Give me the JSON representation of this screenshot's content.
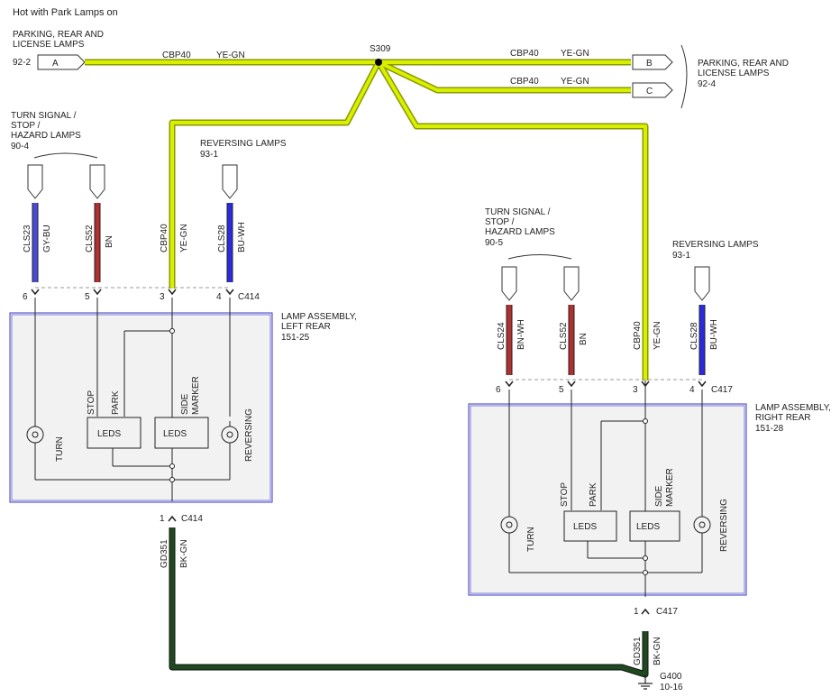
{
  "header": {
    "title": "Hot with Park Lamps on"
  },
  "colors": {
    "ye_gn_fill": "#d8f000",
    "ye_gn_edge": "#8a9a00",
    "gy_bu": "#4a4ad8",
    "bn": "#b03030",
    "bu_wh": "#2a2ae0",
    "bn_wh": "#b03030",
    "bk_gn": "#1f4a1f",
    "box_border": "#3a3acc"
  },
  "splice": {
    "id": "S309"
  },
  "connectors": {
    "A": {
      "letter": "A",
      "ref_title_lines": [
        "PARKING, REAR AND",
        "LICENSE LAMPS"
      ],
      "ref_page": "92-2"
    },
    "B": {
      "letter": "B"
    },
    "C": {
      "letter": "C"
    },
    "BC_ref": {
      "lines": [
        "PARKING, REAR AND",
        "LICENSE LAMPS"
      ],
      "page": "92-4"
    }
  },
  "top_wires": {
    "a_circuit": "CBP40",
    "a_color": "YE-GN",
    "b_circuit": "CBP40",
    "b_color": "YE-GN",
    "c_circuit": "CBP40",
    "c_color": "YE-GN"
  },
  "left": {
    "turn_ref": {
      "lines": [
        "TURN SIGNAL /",
        "STOP /",
        "HAZARD LAMPS"
      ],
      "page": "90-4"
    },
    "rev_ref": {
      "title": "REVERSING LAMPS",
      "page": "93-1"
    },
    "wires": [
      {
        "circuit": "CLS23",
        "color": "GY-BU",
        "pin": "6"
      },
      {
        "circuit": "CLS52",
        "color": "BN",
        "pin": "5"
      },
      {
        "circuit": "CBP40",
        "color": "YE-GN",
        "pin": "3"
      },
      {
        "circuit": "CLS28",
        "color": "BU-WH",
        "pin": "4"
      }
    ],
    "connector": "C414",
    "assembly": {
      "lines": [
        "LAMP ASSEMBLY,",
        "LEFT REAR"
      ],
      "page": "151-25"
    },
    "labels": {
      "turn": "TURN",
      "stop": "STOP",
      "park": "PARK",
      "side": "SIDE",
      "marker": "MARKER",
      "leds1": "LEDS",
      "leds2": "LEDS",
      "reversing": "REVERSING"
    },
    "ground": {
      "pin": "1",
      "connector": "C414",
      "circuit": "GD351",
      "color": "BK-GN"
    }
  },
  "right": {
    "turn_ref": {
      "lines": [
        "TURN SIGNAL /",
        "STOP /",
        "HAZARD LAMPS"
      ],
      "page": "90-5"
    },
    "rev_ref": {
      "title": "REVERSING LAMPS",
      "page": "93-1"
    },
    "wires": [
      {
        "circuit": "CLS24",
        "color": "BN-WH",
        "pin": "6"
      },
      {
        "circuit": "CLS52",
        "color": "BN",
        "pin": "5"
      },
      {
        "circuit": "CBP40",
        "color": "YE-GN",
        "pin": "3"
      },
      {
        "circuit": "CLS28",
        "color": "BU-WH",
        "pin": "4"
      }
    ],
    "connector": "C417",
    "assembly": {
      "lines": [
        "LAMP ASSEMBLY,",
        "RIGHT REAR"
      ],
      "page": "151-28"
    },
    "labels": {
      "turn": "TURN",
      "stop": "STOP",
      "park": "PARK",
      "side": "SIDE",
      "marker": "MARKER",
      "leds1": "LEDS",
      "leds2": "LEDS",
      "reversing": "REVERSING"
    },
    "ground": {
      "pin": "1",
      "connector": "C417",
      "circuit": "GD351",
      "color": "BK-GN"
    }
  },
  "ground_point": {
    "id": "G400",
    "page": "10-16"
  }
}
